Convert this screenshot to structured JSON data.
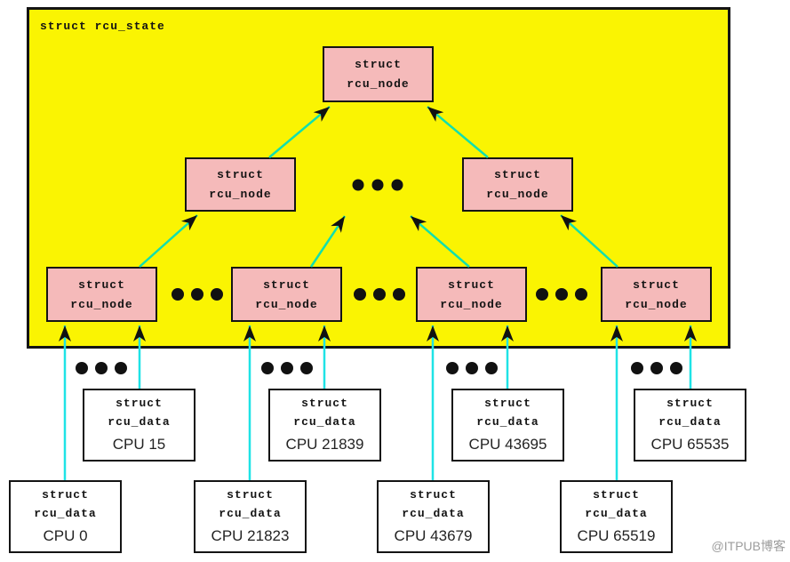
{
  "state": {
    "label": "struct rcu_state"
  },
  "node_box": {
    "line1": "struct",
    "line2": "rcu_node"
  },
  "data_box": {
    "line1": "struct",
    "line2": "rcu_data"
  },
  "cpu_row_upper": [
    "CPU 15",
    "CPU 21839",
    "CPU 43695",
    "CPU 65535"
  ],
  "cpu_row_lower": [
    "CPU 0",
    "CPU 21823",
    "CPU 43679",
    "CPU 65519"
  ],
  "watermark": "@ITPUB博客",
  "colors": {
    "state_background": "#FAF402",
    "node_background": "#F5BABA",
    "box_border": "#141414",
    "arrow_vertical": "#1FE3E6",
    "arrow_diagonal": "#12DFAD",
    "arrowhead": "#111111",
    "watermark_text": "#9C9C9C"
  }
}
